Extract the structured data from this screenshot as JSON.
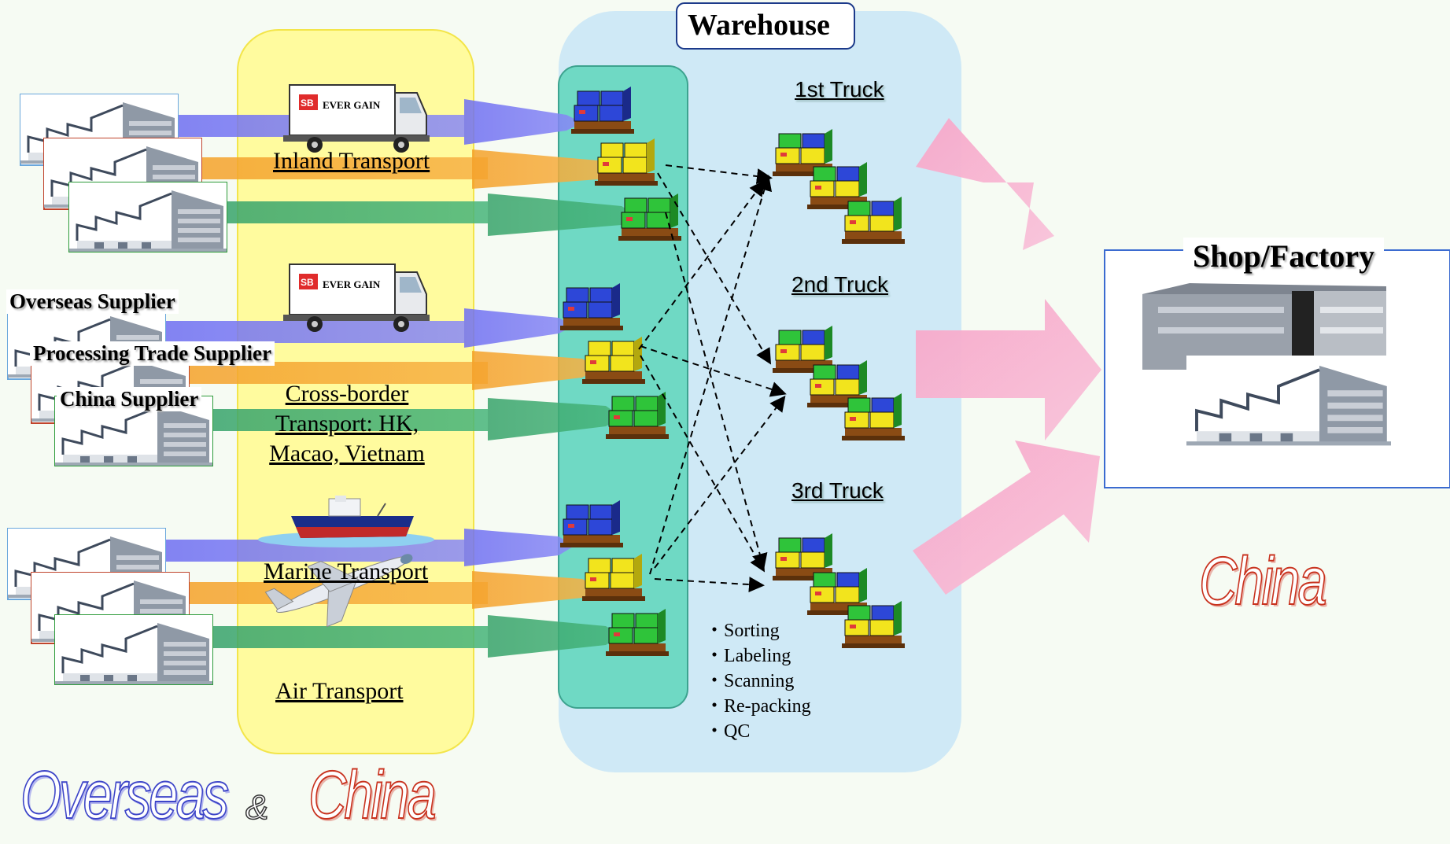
{
  "title": "Warehouse",
  "transport": {
    "inland": "Inland Transport",
    "crossborder_lines": [
      "Cross-border",
      "Transport: HK,",
      "Macao, Vietnam"
    ],
    "marine": "Marine Transport",
    "air": "Air Transport",
    "truck_brand": "EVER GAIN",
    "truck_logo": "SB"
  },
  "suppliers": {
    "overseas": "Overseas Supplier",
    "processing": "Processing Trade Supplier",
    "china": "China Supplier"
  },
  "trucks": [
    "1st Truck",
    "2nd Truck",
    "3rd Truck"
  ],
  "operations": [
    "・Sorting",
    "・Labeling",
    "・Scanning",
    "・Re-packing",
    "・QC"
  ],
  "destination": {
    "label": "Shop/Factory",
    "region": "China"
  },
  "footer": {
    "left": "Overseas",
    "amp": "&",
    "right": "China"
  },
  "colors": {
    "transport_zone": "#fffb9e",
    "warehouse_zone": "#cfe9f6",
    "staging_zone": "#6fd9c4",
    "arrow_blue": "#6f6ff2",
    "arrow_orange": "#f6a531",
    "arrow_green": "#3aa86b",
    "pink_arrow": "#f5b8d2",
    "footer_blue": "#3d45c8",
    "footer_red": "#c8321e"
  }
}
